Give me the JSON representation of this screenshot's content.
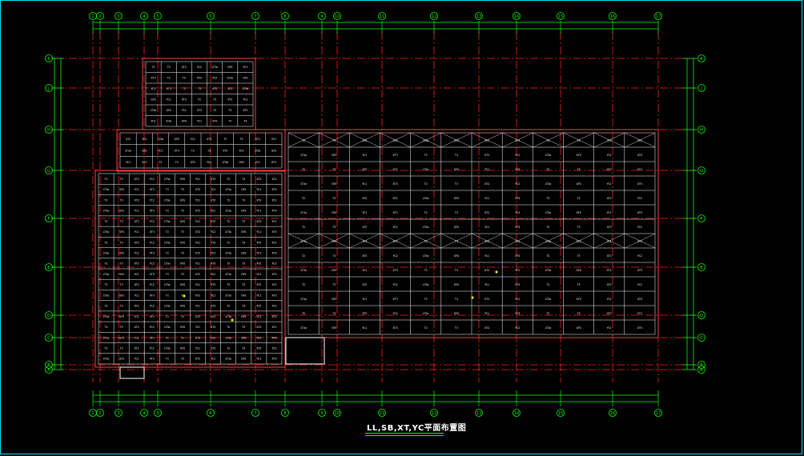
{
  "title": "LL,SB,XT,YC平面布置图",
  "axes_columns": [
    "1",
    "2",
    "3",
    "4",
    "5",
    "6",
    "7",
    "8",
    "9",
    "10",
    "11",
    "12",
    "13",
    "14",
    "15",
    "16",
    "17"
  ],
  "axes_rows": [
    "K",
    "J",
    "H",
    "G",
    "F",
    "E",
    "D",
    "C",
    "B",
    "A"
  ],
  "member_codes": [
    "T2",
    "T3",
    "XT2",
    "YC2",
    "LT3a",
    "GYS",
    "YC1",
    "XT3"
  ],
  "colors": {
    "frame": "#00e5ff",
    "grid_axis": "#ff2020",
    "dimension": "#00ff00",
    "member": "#ffffff",
    "outline": "#ff4040",
    "accent": "#ffff00"
  }
}
